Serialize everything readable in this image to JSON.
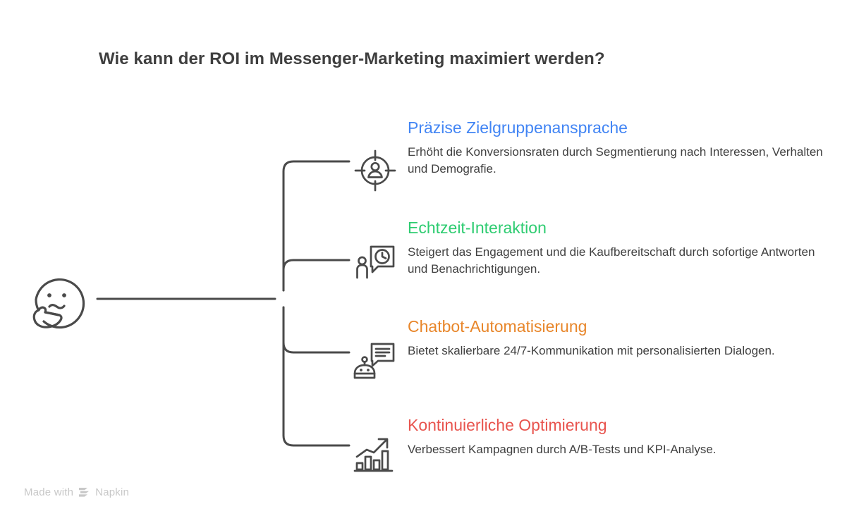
{
  "title": "Wie kann der ROI im Messenger-Marketing maximiert werden?",
  "subject": {
    "icon": "thinking-face-icon"
  },
  "colors": {
    "title": "#3f3f3f",
    "body_text": "#404040",
    "connector": "#4a4a4a",
    "icon_stroke": "#4a4a4a",
    "blue": "#4285f4",
    "green": "#2ecc71",
    "orange": "#e8862a",
    "red": "#e8544e",
    "watermark": "#c8c8c8",
    "background": "#ffffff"
  },
  "branches": [
    {
      "icon": "target-audience-icon",
      "heading": "Präzise Zielgruppenansprache",
      "heading_color": "#4285f4",
      "description": "Erhöht die Konversionsraten durch Segmentierung nach Interessen, Verhalten und Demografie."
    },
    {
      "icon": "realtime-chat-clock-icon",
      "heading": "Echtzeit-Interaktion",
      "heading_color": "#2ecc71",
      "description": "Steigert das Engagement und die Kaufbereitschaft durch sofortige Antworten und Benachrichtigungen."
    },
    {
      "icon": "chatbot-robot-icon",
      "heading": "Chatbot-Automatisierung",
      "heading_color": "#e8862a",
      "description": "Bietet skalierbare 24/7-Kommunikation mit personalisierten Dialogen."
    },
    {
      "icon": "growth-chart-icon",
      "heading": "Kontinuierliche Optimierung",
      "heading_color": "#e8544e",
      "description": "Verbessert Kampagnen durch A/B-Tests und KPI-Analyse."
    }
  ],
  "watermark": {
    "text_before": "Made with",
    "brand": "Napkin",
    "logo": "napkin-logo-icon"
  }
}
